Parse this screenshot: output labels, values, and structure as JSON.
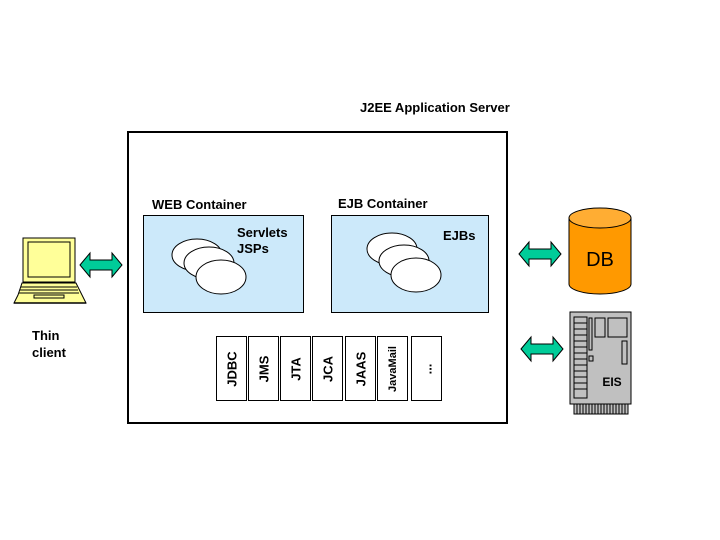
{
  "diagram": {
    "title": "J2EE Application Server",
    "web_container": {
      "label": "WEB Container",
      "components": [
        "Servlets",
        "JSPs"
      ]
    },
    "ejb_container": {
      "label": "EJB Container",
      "components": [
        "EJBs"
      ]
    },
    "services": [
      "JDBC",
      "JMS",
      "JTA",
      "JCA",
      "JAAS",
      "JavaMail",
      "..."
    ],
    "client": {
      "label_line1": "Thin",
      "label_line2": "client",
      "icon": "laptop-icon"
    },
    "database": {
      "label": "DB",
      "icon": "database-cylinder-icon"
    },
    "eis": {
      "label": "EIS",
      "icon": "server-board-icon"
    },
    "connectors": [
      "client-server-arrow",
      "server-db-arrow",
      "server-eis-arrow"
    ],
    "colors": {
      "container_fill": "#cce9fa",
      "arrow_fill": "#00cc99",
      "laptop_fill": "#ffff99",
      "db_fill": "#ff9900",
      "eis_fill": "#c0c0c0"
    }
  }
}
